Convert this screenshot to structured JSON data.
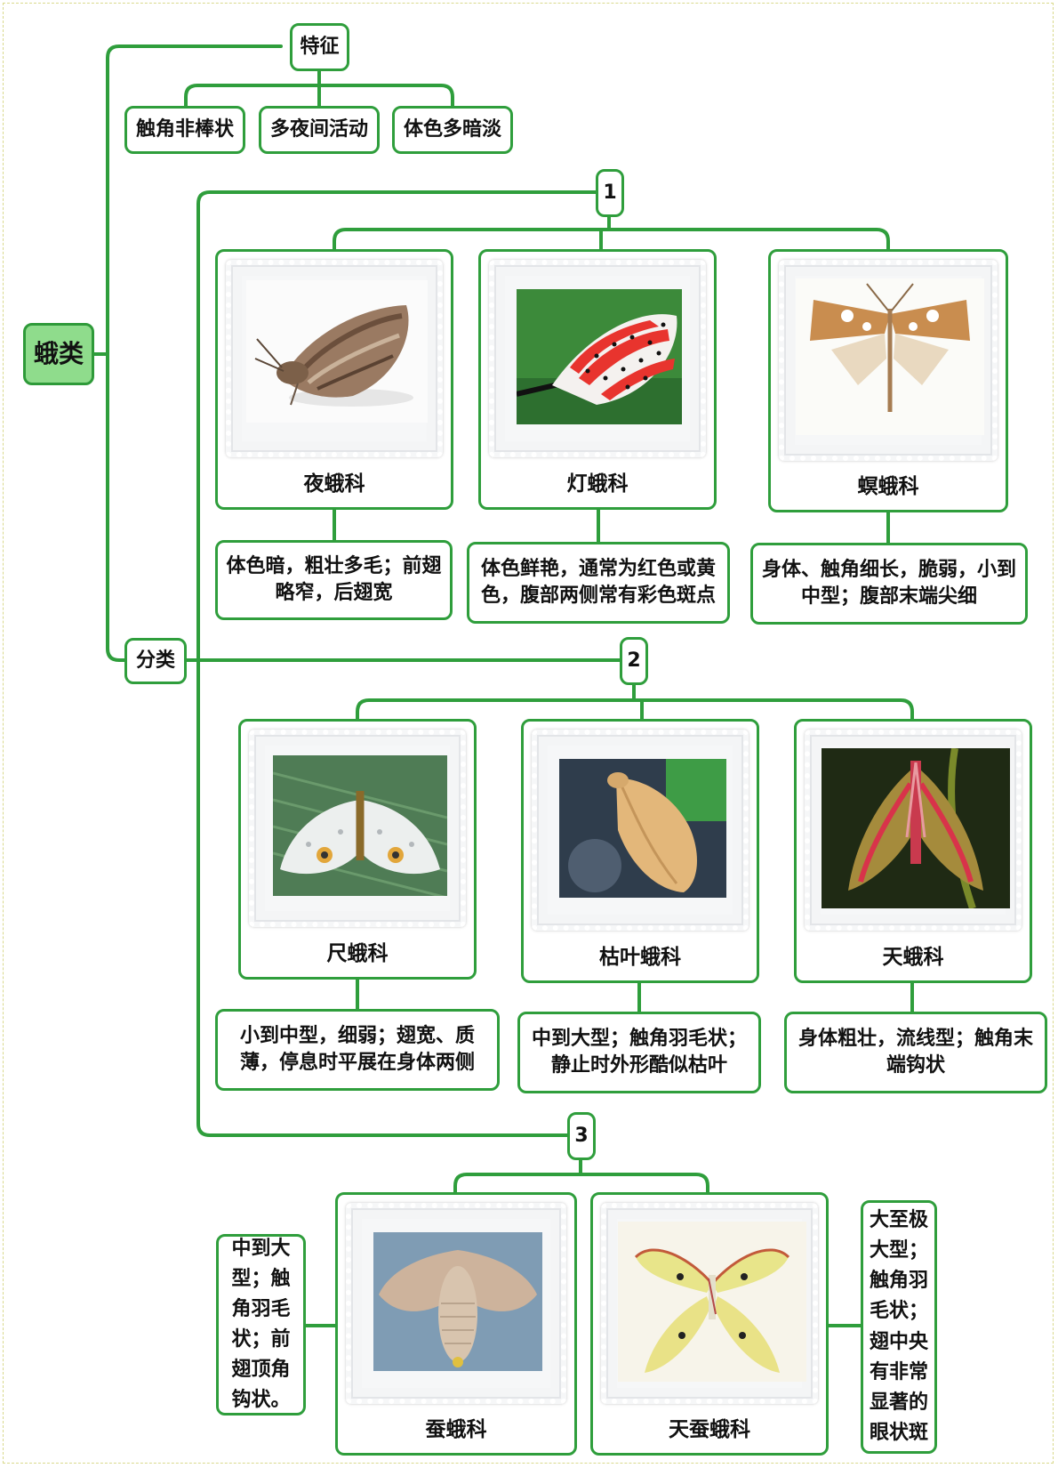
{
  "root": {
    "label": "蛾类"
  },
  "features": {
    "label": "特征",
    "items": [
      "触角非棒状",
      "多夜间活动",
      "体色多暗淡"
    ]
  },
  "classification": {
    "label": "分类",
    "groups": [
      {
        "number": "1",
        "families": [
          {
            "name": "夜蛾科",
            "image": "noctuid-moth-photo",
            "desc": "体色暗，粗壮多毛；前翅略窄，后翅宽"
          },
          {
            "name": "灯蛾科",
            "image": "tiger-moth-photo",
            "desc": "体色鲜艳，通常为红色或黄色，腹部两侧常有彩色斑点"
          },
          {
            "name": "螟蛾科",
            "image": "pyralid-moth-photo",
            "desc": "身体、触角细长，脆弱，小到中型；腹部末端尖细"
          }
        ]
      },
      {
        "number": "2",
        "families": [
          {
            "name": "尺蛾科",
            "image": "geometer-moth-photo",
            "desc": "小到中型，细弱；翅宽、质薄，停息时平展在身体两侧"
          },
          {
            "name": "枯叶蛾科",
            "image": "lappet-moth-photo",
            "desc": "中到大型；触角羽毛状；静止时外形酷似枯叶"
          },
          {
            "name": "天蛾科",
            "image": "hawk-moth-photo",
            "desc": "身体粗壮，流线型；触角末端钩状"
          }
        ]
      },
      {
        "number": "3",
        "families": [
          {
            "name": "蚕蛾科",
            "image": "silk-moth-photo",
            "desc": "中到大型；触角羽毛状；前翅顶角钩状。"
          },
          {
            "name": "天蚕蛾科",
            "image": "luna-moth-photo",
            "desc": "大至极大型；触角羽毛状；翅中央有非常显著的眼状斑"
          }
        ]
      }
    ]
  },
  "colors": {
    "line": "#2f9e3c",
    "root_fill": "#8fdc8c",
    "border": "#2f9e3c"
  }
}
